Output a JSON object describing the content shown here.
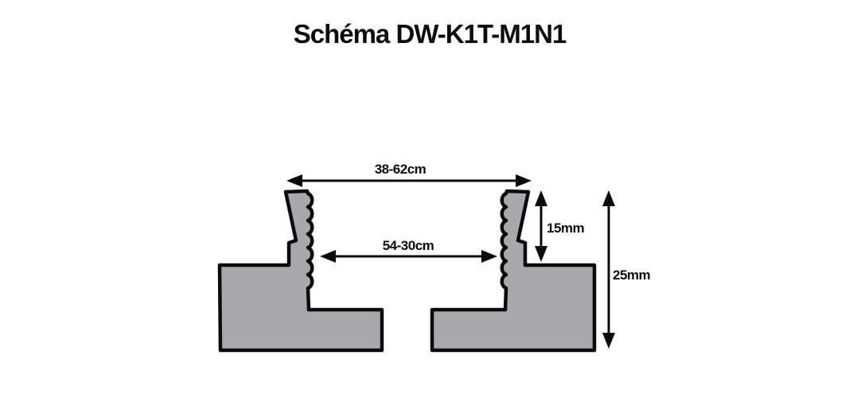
{
  "title": "Schéma DW-K1T-M1N1",
  "colors": {
    "shape_fill": "#a9a9ab",
    "outline": "#0b0b0b",
    "background": "#ffffff"
  },
  "dimensions": {
    "top_width_label": "38-62cm",
    "inner_width_label": "54-30cm",
    "jaw_height_label": "15mm",
    "overall_height_label": "25mm"
  }
}
